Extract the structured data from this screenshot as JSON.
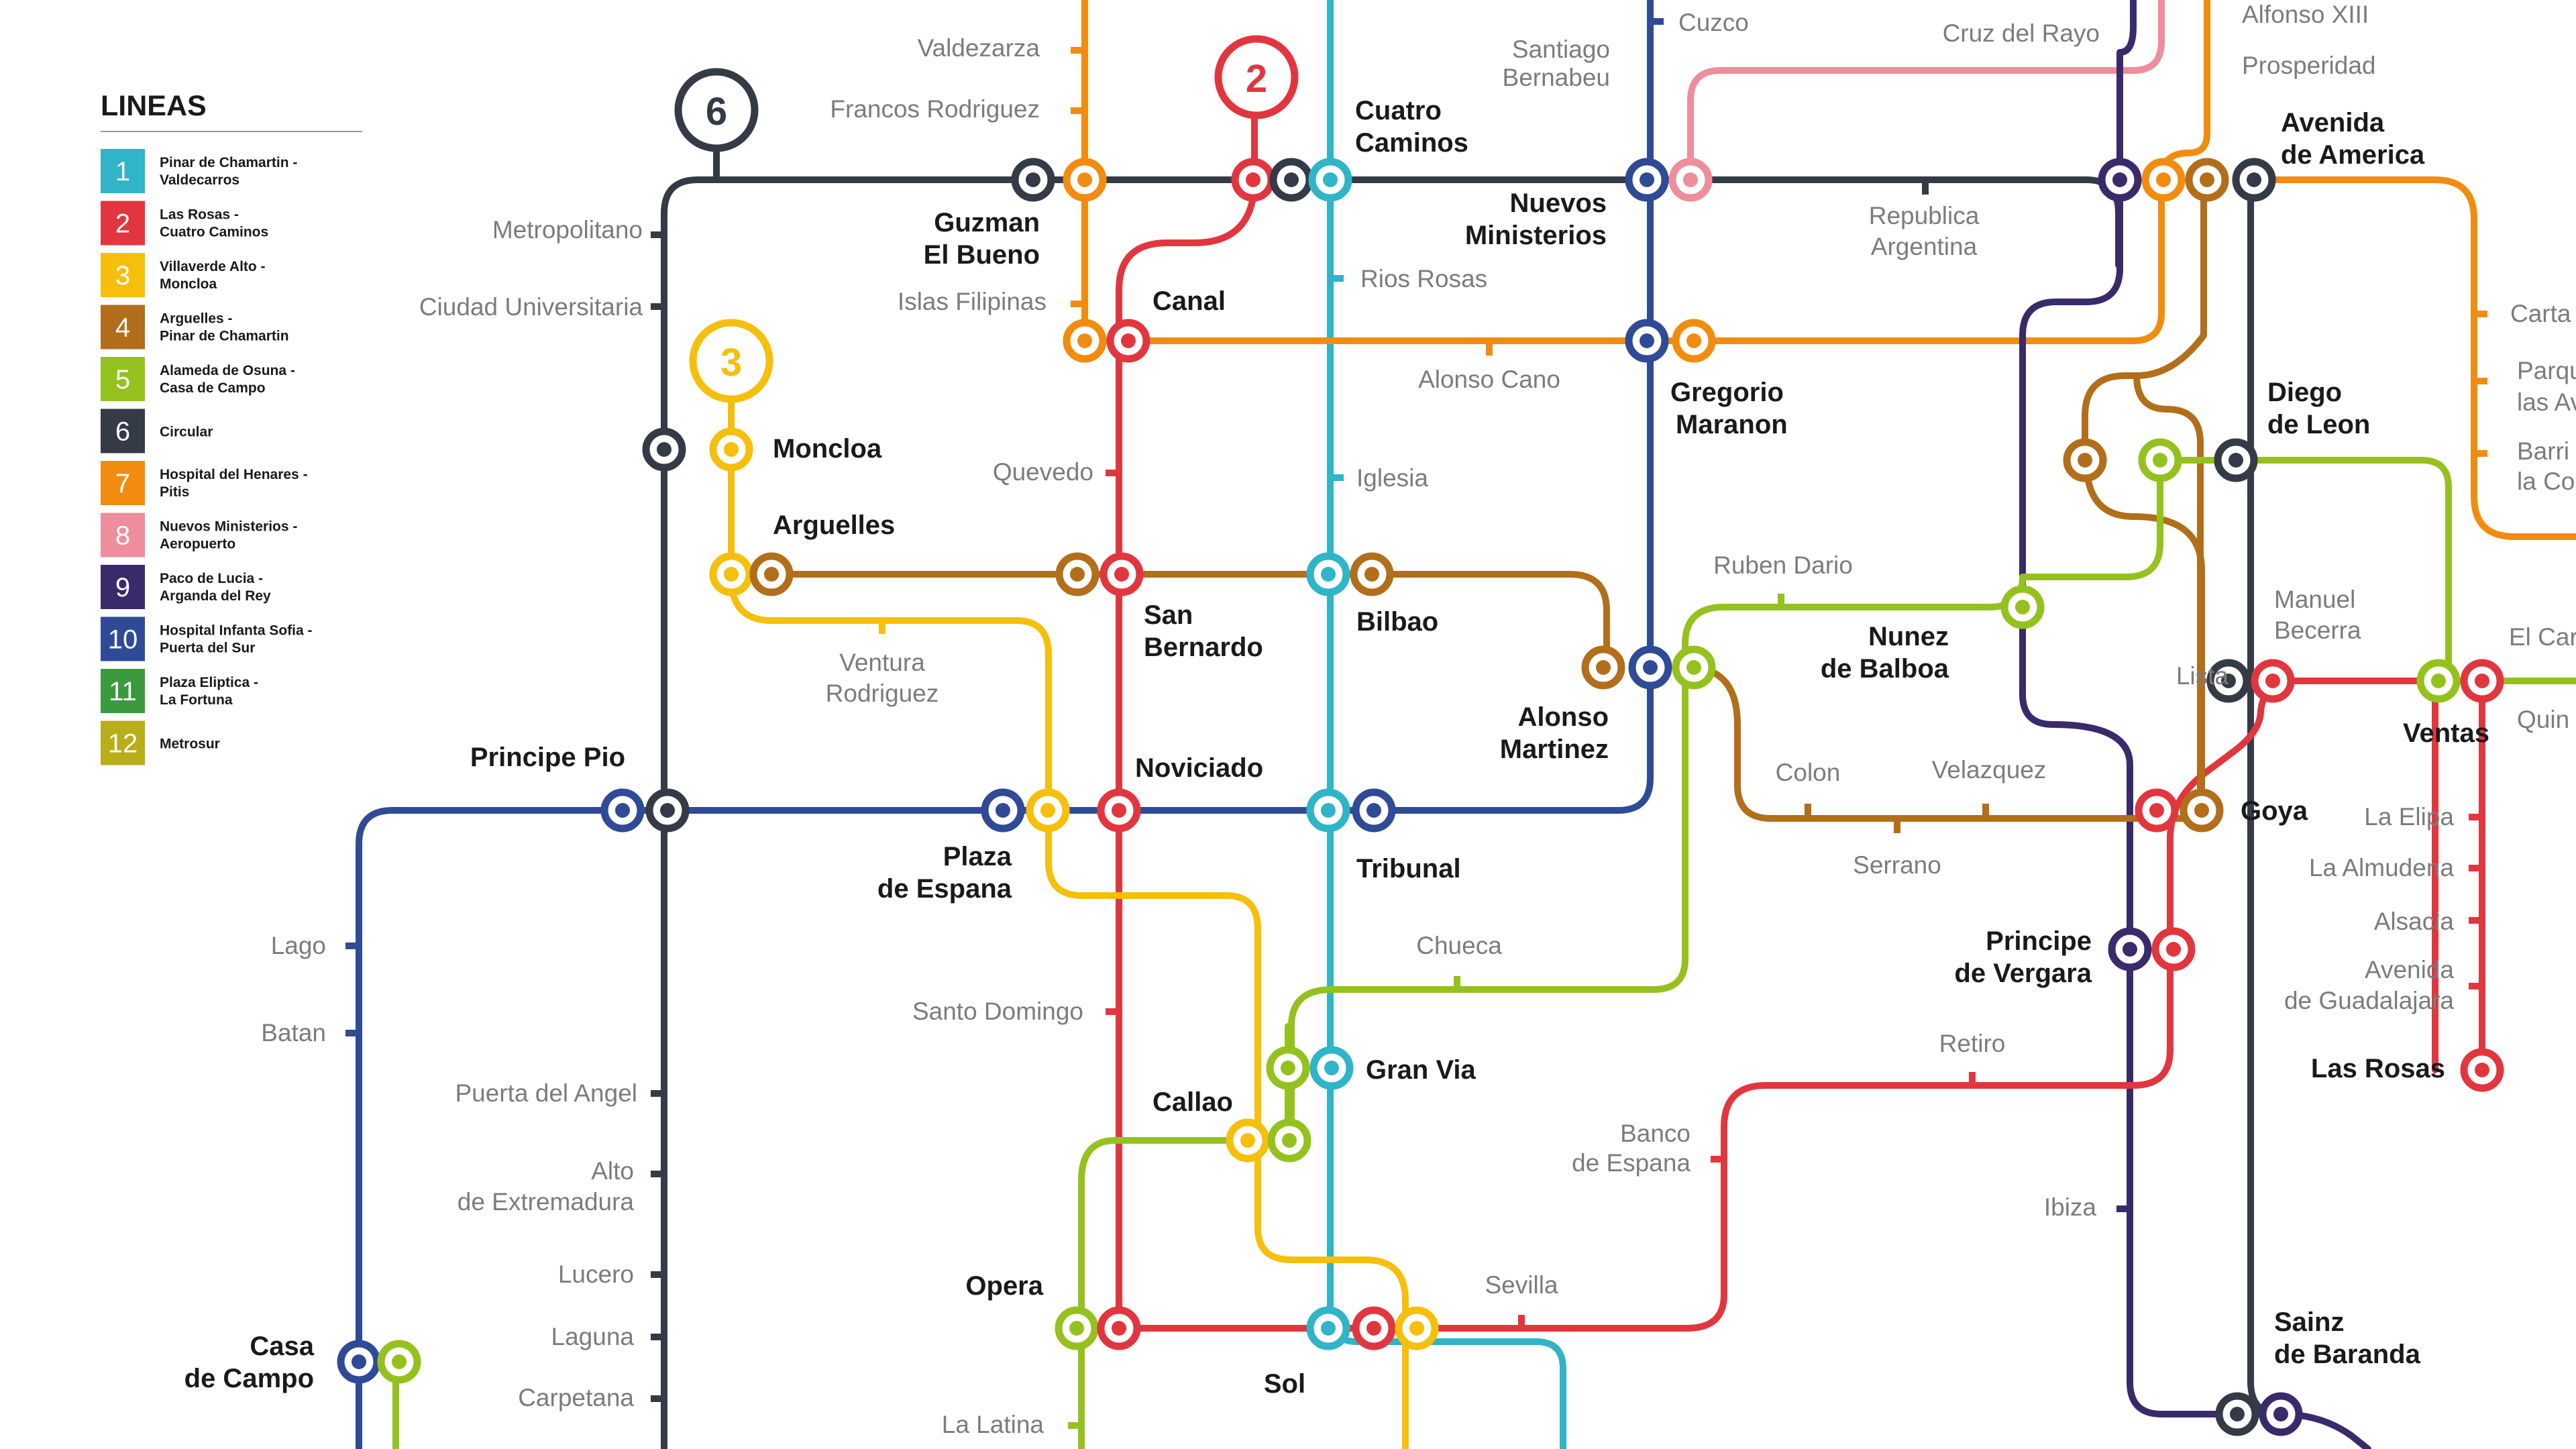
{
  "legend": {
    "title": "LINEAS",
    "items": [
      {
        "num": "1",
        "color": "#2fb4c8",
        "line1": "Pinar de Chamartin -",
        "line2": "Valdecarros"
      },
      {
        "num": "2",
        "color": "#e2363f",
        "line1": "Las Rosas -",
        "line2": "Cuatro Caminos"
      },
      {
        "num": "3",
        "color": "#f6bf0c",
        "line1": "Villaverde Alto -",
        "line2": "Moncloa"
      },
      {
        "num": "4",
        "color": "#b26e1a",
        "line1": "Arguelles -",
        "line2": "Pinar de Chamartin"
      },
      {
        "num": "5",
        "color": "#95c11f",
        "line1": "Alameda de Osuna -",
        "line2": "Casa de Campo"
      },
      {
        "num": "6",
        "color": "#353a47",
        "line1": "Circular",
        "line2": ""
      },
      {
        "num": "7",
        "color": "#f18c10",
        "line1": "Hospital del Henares -",
        "line2": "Pitis"
      },
      {
        "num": "8",
        "color": "#ee8d9b",
        "line1": "Nuevos Ministerios -",
        "line2": "Aeropuerto"
      },
      {
        "num": "9",
        "color": "#3a2a6b",
        "line1": "Paco de Lucia -",
        "line2": "Arganda del Rey"
      },
      {
        "num": "10",
        "color": "#2f4a97",
        "line1": "Hospital Infanta Sofia -",
        "line2": "Puerta del Sur"
      },
      {
        "num": "11",
        "color": "#3c9a3e",
        "line1": "Plaza Eliptica -",
        "line2": "La Fortuna"
      },
      {
        "num": "12",
        "color": "#b8ad1a",
        "line1": "Metrosur",
        "line2": ""
      }
    ]
  },
  "badges": [
    {
      "num": "6",
      "color": "#353a47"
    },
    {
      "num": "2",
      "color": "#e2363f"
    },
    {
      "num": "3",
      "color": "#f6bf0c"
    }
  ],
  "stations": {
    "valdezarza": "Valdezarza",
    "francos_rodriguez": "Francos Rodriguez",
    "metropolitano": "Metropolitano",
    "ciudad_universitaria": "Ciudad Universitaria",
    "guzman1": "Guzman",
    "guzman2": "El Bueno",
    "islas_filipinas": "Islas Filipinas",
    "canal": "Canal",
    "cuatro1": "Cuatro",
    "cuatro2": "Caminos",
    "rios_rosas": "Rios Rosas",
    "alonso_cano": "Alonso Cano",
    "iglesia": "Iglesia",
    "santiago1": "Santiago",
    "santiago2": "Bernabeu",
    "cuzco": "Cuzco",
    "cruz_del_rayo": "Cruz del Rayo",
    "nuevos1": "Nuevos",
    "nuevos2": "Ministerios",
    "republica1": "Republica",
    "republica2": "Argentina",
    "gregorio1": "Gregorio",
    "gregorio2": "Maranon",
    "alfonso": "Alfonso XIII",
    "prosperidad": "Prosperidad",
    "avenida_am1": "Avenida",
    "avenida_am2": "de America",
    "moncloa": "Moncloa",
    "quevedo": "Quevedo",
    "arguelles": "Arguelles",
    "ventura1": "Ventura",
    "ventura2": "Rodriguez",
    "san_bernardo1": "San",
    "san_bernardo2": "Bernardo",
    "bilbao": "Bilbao",
    "ruben_dario": "Ruben Dario",
    "alonso_m1": "Alonso",
    "alonso_m2": "Martinez",
    "nunez1": "Nunez",
    "nunez2": "de Balboa",
    "diego1": "Diego",
    "diego2": "de Leon",
    "manuel1": "Manuel",
    "manuel2": "Becerra",
    "lista": "Lista",
    "ventas": "Ventas",
    "el_car": "El Car",
    "quin": "Quin",
    "carta": "Carta",
    "parq1": "Parqu",
    "parq2": "las Av",
    "barri1": "Barri",
    "barri2": "la Co",
    "principe_pio": "Principe Pio",
    "noviciado": "Noviciado",
    "plaza1": "Plaza",
    "plaza2": "de Espana",
    "tribunal": "Tribunal",
    "colon": "Colon",
    "velazquez": "Velazquez",
    "serrano": "Serrano",
    "goya": "Goya",
    "la_elipa": "La Elipa",
    "la_almudena": "La Almudena",
    "alsacia": "Alsacia",
    "avenida_gu1": "Avenida",
    "avenida_gu2": "de Guadalajara",
    "las_rosas": "Las Rosas",
    "lago": "Lago",
    "batan": "Batan",
    "santo_domingo": "Santo Domingo",
    "chueca": "Chueca",
    "principe_v1": "Principe",
    "principe_v2": "de Vergara",
    "retiro": "Retiro",
    "gran_via": "Gran Via",
    "callao": "Callao",
    "puerta_angel": "Puerta del Angel",
    "alto1": "Alto",
    "alto2": "de Extremadura",
    "banco1": "Banco",
    "banco2": "de Espana",
    "ibiza": "Ibiza",
    "lucero": "Lucero",
    "laguna": "Laguna",
    "carpetana": "Carpetana",
    "opera": "Opera",
    "sevilla": "Sevilla",
    "casa1": "Casa",
    "casa2": "de Campo",
    "sol": "Sol",
    "sainz1": "Sainz",
    "sainz2": "de Baranda",
    "la_latina": "La Latina"
  }
}
